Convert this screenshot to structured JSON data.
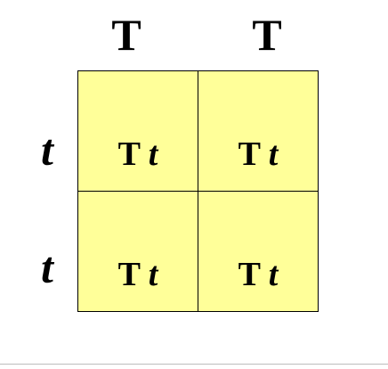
{
  "colors": {
    "background": "#ffffff",
    "cell_fill": "#ffff99",
    "grid_lines": "#000000",
    "text": "#000000"
  },
  "column_alleles": [
    "T",
    "T"
  ],
  "row_alleles": [
    "t",
    "t"
  ],
  "cells": [
    [
      {
        "allele_1": "T",
        "allele_2": "t"
      },
      {
        "allele_1": "T",
        "allele_2": "t"
      }
    ],
    [
      {
        "allele_1": "T",
        "allele_2": "t"
      },
      {
        "allele_1": "T",
        "allele_2": "t"
      }
    ]
  ]
}
